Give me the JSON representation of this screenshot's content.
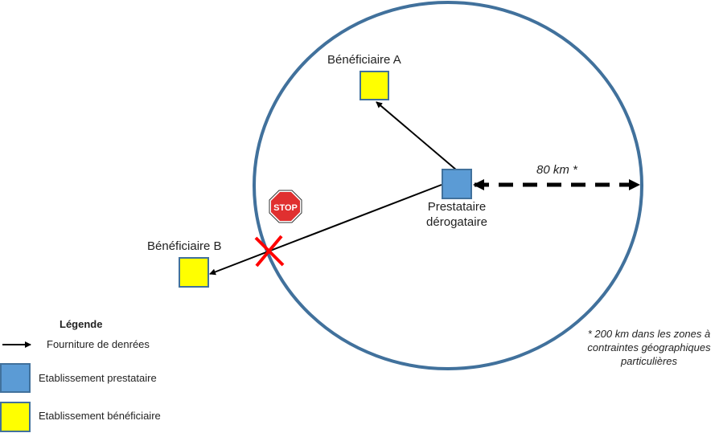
{
  "colors": {
    "circle": "#41719c",
    "prestataire_fill": "#5b9bd5",
    "beneficiaire_fill": "#ffff00",
    "box_border": "#41719c",
    "arrow": "#000000",
    "cross": "#ff0000",
    "stop_sign": "#e03030"
  },
  "nodes": {
    "beneficiaire_a": {
      "label": "Bénéficiaire A",
      "type": "beneficiaire"
    },
    "beneficiaire_b": {
      "label": "Bénéficiaire B",
      "type": "beneficiaire"
    },
    "prestataire": {
      "label_line1": "Prestataire",
      "label_line2": "dérogataire",
      "type": "prestataire"
    }
  },
  "radius": {
    "label": "80 km *"
  },
  "stop_sign": {
    "text": "STOP"
  },
  "footnote": {
    "line1": "* 200 km dans les zones à",
    "line2": "contraintes géographiques",
    "line3": "particulières"
  },
  "legend": {
    "title": "Légende",
    "items": [
      {
        "symbol": "arrow",
        "label": "Fourniture de denrées"
      },
      {
        "symbol": "blue-square",
        "label": "Etablissement prestataire"
      },
      {
        "symbol": "yellow-square",
        "label": "Etablissement bénéficiaire"
      }
    ]
  }
}
